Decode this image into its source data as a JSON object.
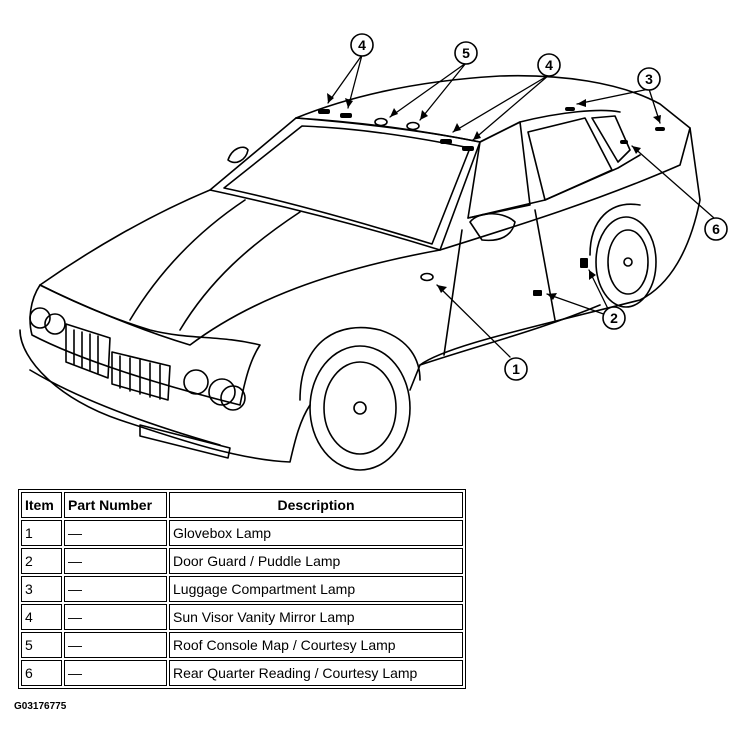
{
  "callouts": [
    "4",
    "5",
    "4",
    "3",
    "6",
    "2",
    "1"
  ],
  "table": {
    "headers": [
      "Item",
      "Part Number",
      "Description"
    ],
    "rows": [
      {
        "item": "1",
        "part_number": "—",
        "description": "Glovebox Lamp"
      },
      {
        "item": "2",
        "part_number": "—",
        "description": "Door Guard / Puddle Lamp"
      },
      {
        "item": "3",
        "part_number": "—",
        "description": "Luggage Compartment Lamp"
      },
      {
        "item": "4",
        "part_number": "—",
        "description": "Sun Visor Vanity Mirror Lamp"
      },
      {
        "item": "5",
        "part_number": "—",
        "description": "Roof Console Map / Courtesy Lamp"
      },
      {
        "item": "6",
        "part_number": "—",
        "description": "Rear Quarter Reading / Courtesy Lamp"
      }
    ]
  },
  "figure_id": "G03176775"
}
